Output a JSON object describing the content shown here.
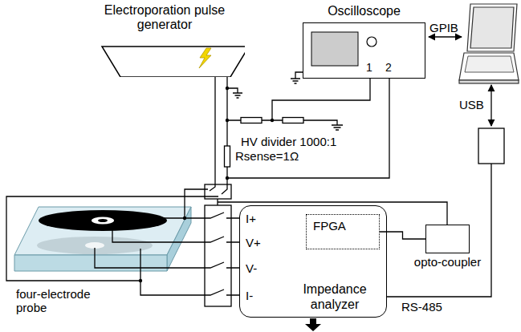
{
  "diagram": {
    "nodes": [
      {
        "text": [
          "Electroporation pulse generator"
        ]
      },
      {
        "text": [
          "Oscilloscope"
        ]
      },
      {
        "text": [
          "Impedance analyzer"
        ]
      },
      {
        "text": [
          "FPGA"
        ],
        "in": 2
      },
      {
        "text": [
          "opto-coupler"
        ]
      }
    ],
    "edges": [
      {
        "from": 3,
        "to": 4,
        "arrow": "none"
      }
    ],
    "labels": [
      "GPIB",
      "1",
      "2",
      "HV divider 1000:1",
      "Rsense=1Ω",
      "USB",
      "I+",
      "V+",
      "V-",
      "I-",
      "RS-485",
      "four-electrode probe"
    ]
  }
}
